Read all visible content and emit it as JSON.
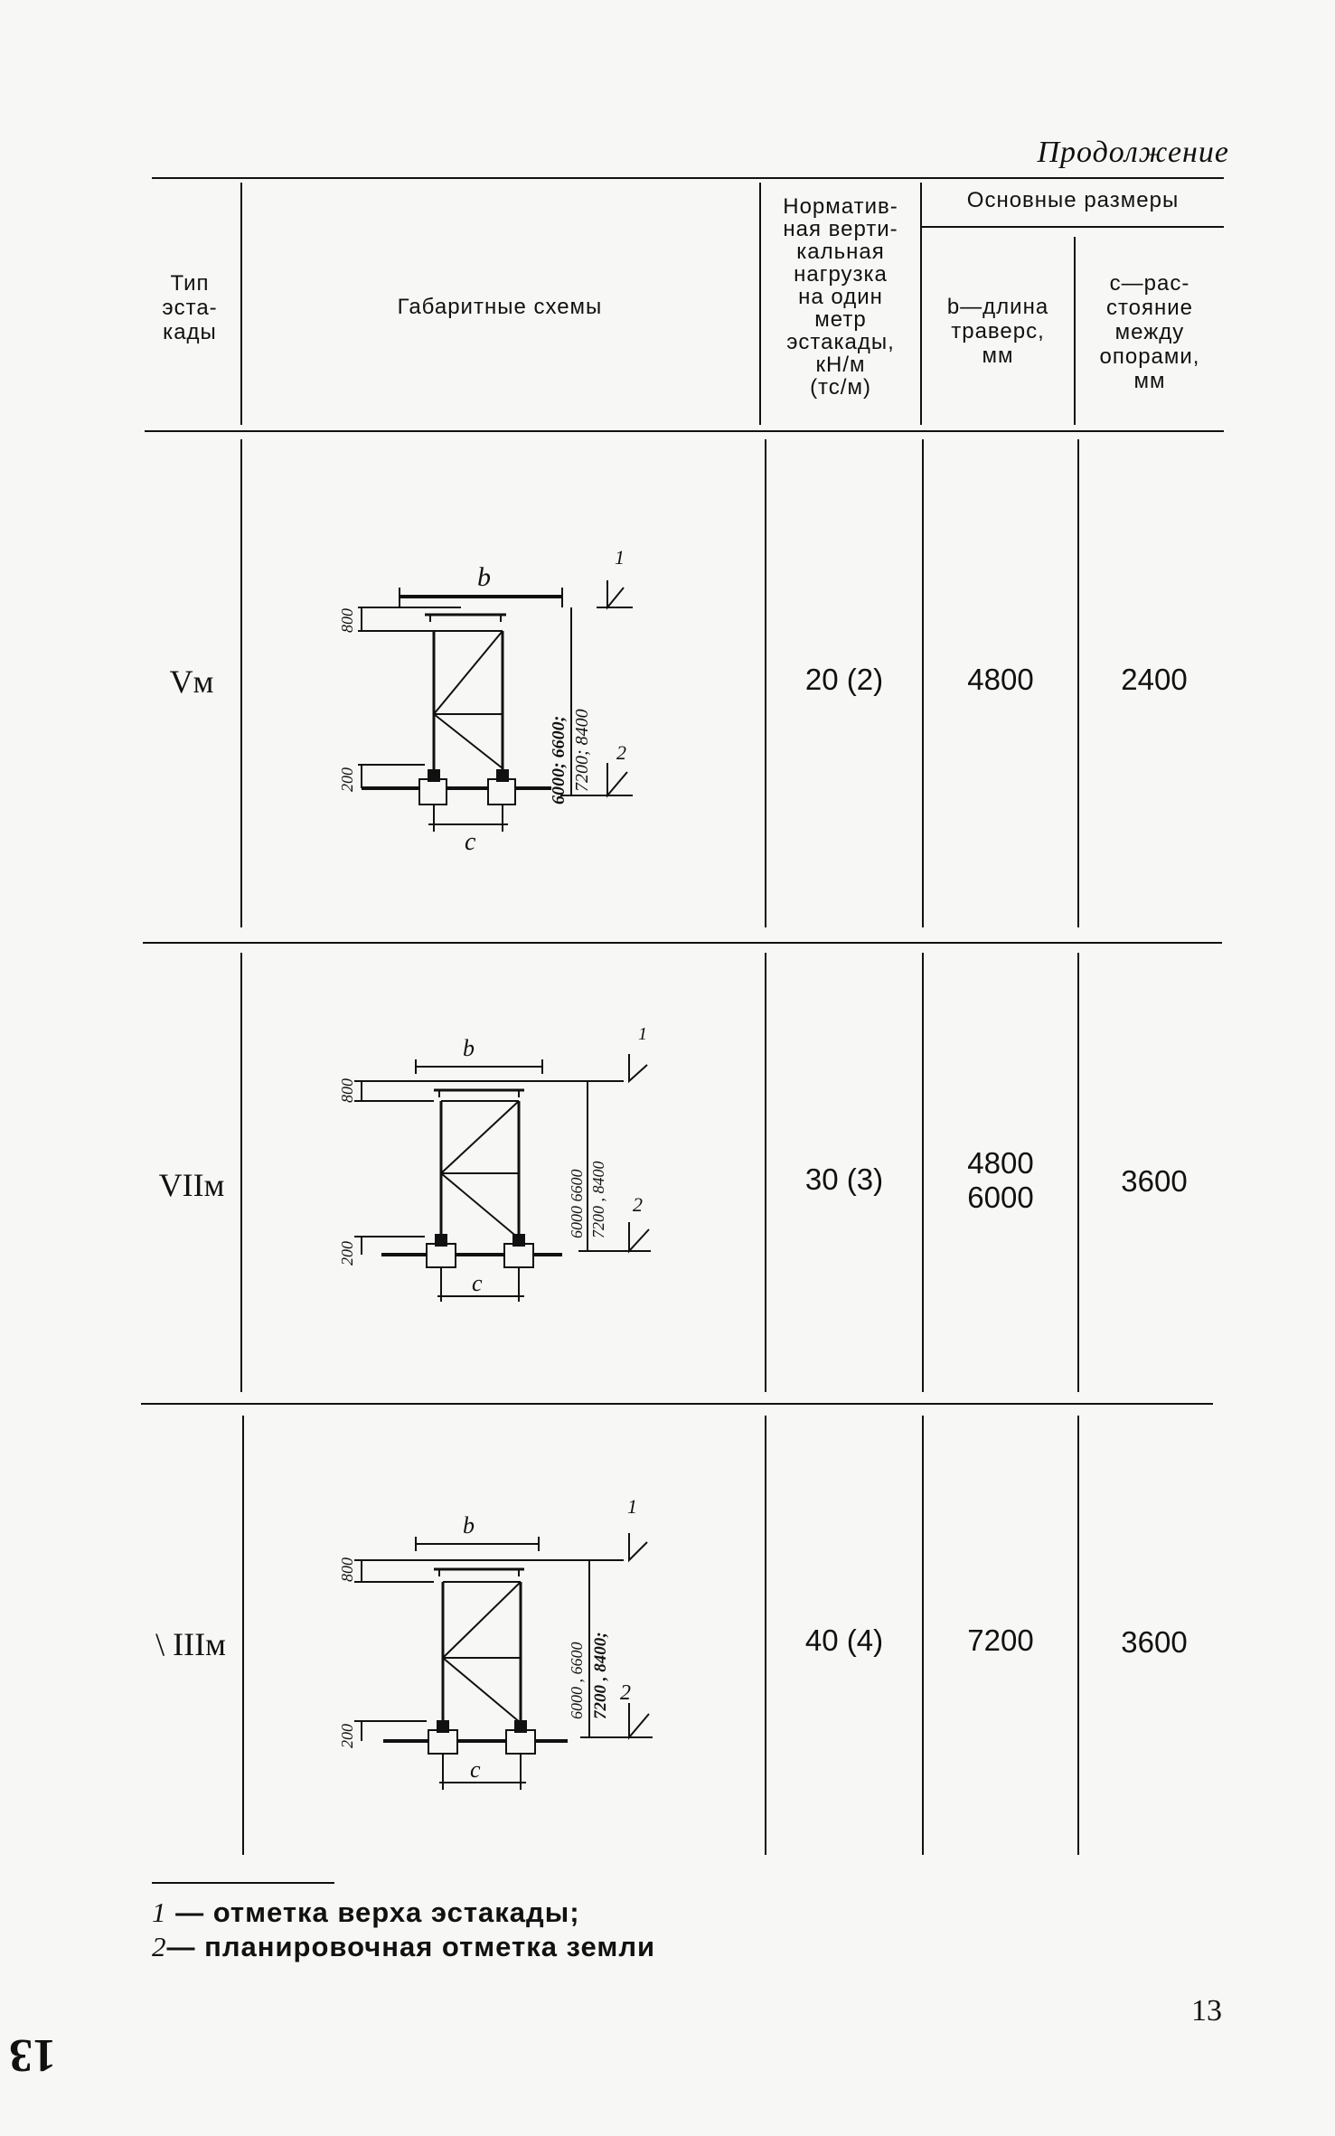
{
  "continued_label": "Продолжение",
  "headers": {
    "type": [
      "Тип",
      "эста-",
      "кады"
    ],
    "schemes": "Габаритные схемы",
    "load": [
      "Норматив-",
      "ная верти-",
      "кальная",
      "нагрузка",
      "на один",
      "метр",
      "эстакады,",
      "кН/м",
      "(тс/м)"
    ],
    "main_dims": "Основные размеры",
    "b_col": [
      "b—длина",
      "траверс,",
      "мм"
    ],
    "c_col": [
      "c—рас-",
      "стояние",
      "между",
      "опорами,",
      "мм"
    ]
  },
  "rows": [
    {
      "type": "Vм",
      "load": "20 (2)",
      "b": [
        "4800"
      ],
      "c": "2400",
      "dims": {
        "top": "800",
        "bottom": "200",
        "heights": [
          "6000; 6600;",
          "7200; 8400"
        ],
        "b": "b",
        "c": "c",
        "m1": "1",
        "m2": "2"
      }
    },
    {
      "type": "VIIм",
      "load": "30 (3)",
      "b": [
        "4800",
        "6000"
      ],
      "c": "3600",
      "dims": {
        "top": "800",
        "bottom": "200",
        "heights": [
          "6000 6600",
          "7200 , 8400"
        ],
        "b": "b",
        "c": "c",
        "m1": "1",
        "m2": "2"
      }
    },
    {
      "type": "\\ IIIм",
      "load": "40 (4)",
      "b": [
        "7200"
      ],
      "c": "3600",
      "dims": {
        "top": "800",
        "bottom": "200",
        "heights": [
          "6000 , 6600",
          "7200 , 8400;"
        ],
        "b": "b",
        "c": "c",
        "m1": "1",
        "m2": "2"
      }
    }
  ],
  "footnotes": [
    {
      "num": "1",
      "text": "— отметка верха эстакады;"
    },
    {
      "num": "2",
      "text": "— планировочная отметка земли"
    }
  ],
  "page_number": "13",
  "side_number": "13"
}
